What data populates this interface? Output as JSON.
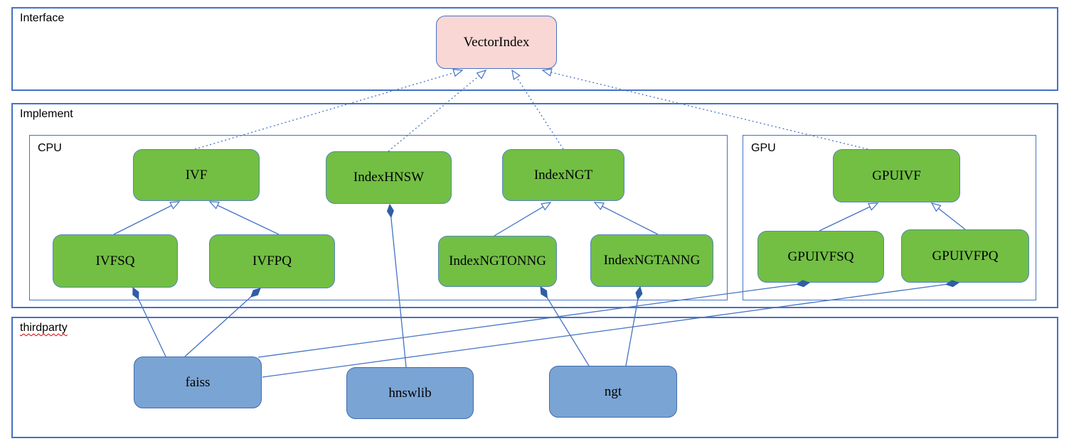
{
  "containers": {
    "interface": {
      "label": "Interface"
    },
    "implement": {
      "label": "Implement"
    },
    "cpu": {
      "label": "CPU"
    },
    "gpu": {
      "label": "GPU"
    },
    "thirdparty": {
      "label": "thirdparty"
    }
  },
  "nodes": {
    "vectorindex": {
      "label": "VectorIndex",
      "kind": "interface"
    },
    "ivf": {
      "label": "IVF",
      "kind": "cpu-implementation"
    },
    "indexhnsw": {
      "label": "IndexHNSW",
      "kind": "cpu-implementation"
    },
    "indexngt": {
      "label": "IndexNGT",
      "kind": "cpu-implementation"
    },
    "gpuivf": {
      "label": "GPUIVF",
      "kind": "gpu-implementation"
    },
    "ivfsq": {
      "label": "IVFSQ",
      "kind": "cpu-implementation"
    },
    "ivfpq": {
      "label": "IVFPQ",
      "kind": "cpu-implementation"
    },
    "indexngtonng": {
      "label": "IndexNGTONNG",
      "kind": "cpu-implementation"
    },
    "indexngtanng": {
      "label": "IndexNGTANNG",
      "kind": "cpu-implementation"
    },
    "gpuivfsq": {
      "label": "GPUIVFSQ",
      "kind": "gpu-implementation"
    },
    "gpuivfpq": {
      "label": "GPUIVFPQ",
      "kind": "gpu-implementation"
    },
    "faiss": {
      "label": "faiss",
      "kind": "thirdparty-library"
    },
    "hnswlib": {
      "label": "hnswlib",
      "kind": "thirdparty-library"
    },
    "ngt": {
      "label": "ngt",
      "kind": "thirdparty-library"
    }
  },
  "edges": [
    {
      "from": "IVF",
      "to": "VectorIndex",
      "type": "realization"
    },
    {
      "from": "IndexHNSW",
      "to": "VectorIndex",
      "type": "realization"
    },
    {
      "from": "IndexNGT",
      "to": "VectorIndex",
      "type": "realization"
    },
    {
      "from": "GPUIVF",
      "to": "VectorIndex",
      "type": "realization"
    },
    {
      "from": "IVFSQ",
      "to": "IVF",
      "type": "generalization"
    },
    {
      "from": "IVFPQ",
      "to": "IVF",
      "type": "generalization"
    },
    {
      "from": "IndexNGTONNG",
      "to": "IndexNGT",
      "type": "generalization"
    },
    {
      "from": "IndexNGTANNG",
      "to": "IndexNGT",
      "type": "generalization"
    },
    {
      "from": "GPUIVFSQ",
      "to": "GPUIVF",
      "type": "generalization"
    },
    {
      "from": "GPUIVFPQ",
      "to": "GPUIVF",
      "type": "generalization"
    },
    {
      "from": "faiss",
      "to": "IVFSQ",
      "type": "composition"
    },
    {
      "from": "faiss",
      "to": "IVFPQ",
      "type": "composition"
    },
    {
      "from": "faiss",
      "to": "GPUIVFSQ",
      "type": "composition"
    },
    {
      "from": "faiss",
      "to": "GPUIVFPQ",
      "type": "composition"
    },
    {
      "from": "hnswlib",
      "to": "IndexHNSW",
      "type": "composition"
    },
    {
      "from": "ngt",
      "to": "IndexNGTONNG",
      "type": "composition"
    },
    {
      "from": "ngt",
      "to": "IndexNGTANNG",
      "type": "composition"
    }
  ],
  "colors": {
    "interface_fill": "#f9d7d4",
    "implementation_fill": "#72bf44",
    "library_fill": "#7aa4d3",
    "line_blue": "#4472c4",
    "diamond_fill": "#2f5ea5",
    "squiggle_red": "#cc0000"
  }
}
